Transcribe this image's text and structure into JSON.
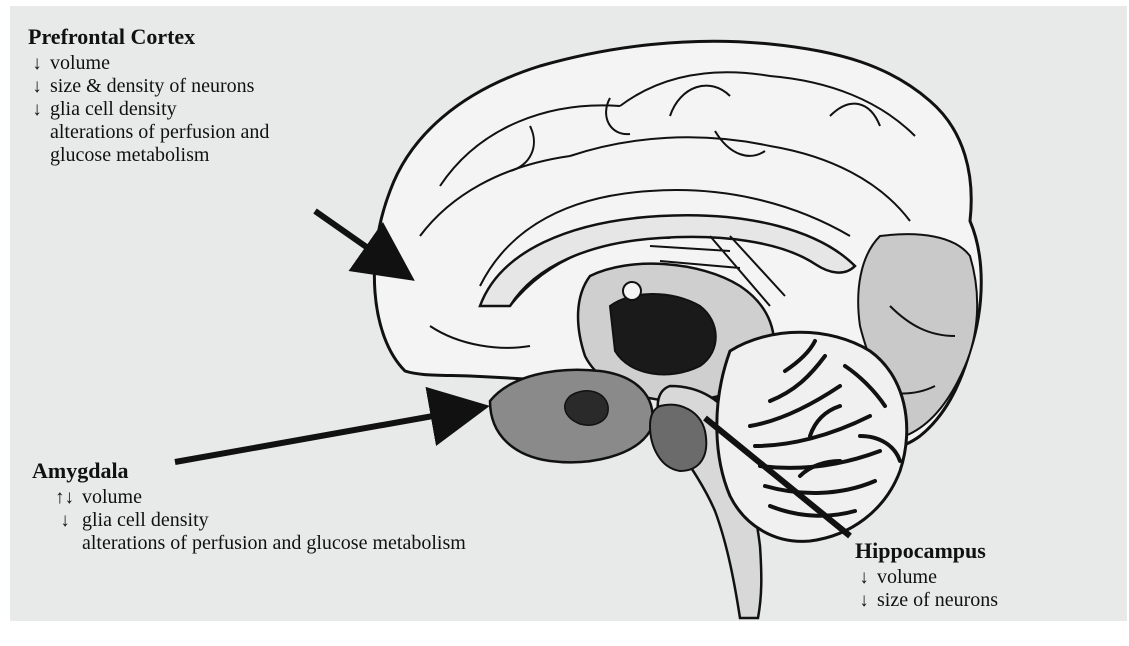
{
  "colors": {
    "background": "#e8e9e9",
    "brain_fill": "#f4f4f4",
    "shadow_fill": "#8a8a8a",
    "ink": "#111111"
  },
  "labels": {
    "prefrontal": {
      "title": "Prefrontal Cortex",
      "lines": [
        {
          "arrows": "↓",
          "text": "volume"
        },
        {
          "arrows": "↓",
          "text": "size & density of neurons"
        },
        {
          "arrows": "↓",
          "text": "glia cell density"
        },
        {
          "arrows": "",
          "text": "alterations of perfusion and"
        },
        {
          "arrows": "",
          "text": "glucose metabolism"
        }
      ]
    },
    "amygdala": {
      "title": "Amygdala",
      "lines": [
        {
          "arrows": "↑↓",
          "text": "volume"
        },
        {
          "arrows": "↓",
          "text": "glia cell density"
        },
        {
          "arrows": "",
          "text": "alterations of perfusion and glucose metabolism"
        }
      ]
    },
    "hippocampus": {
      "title": "Hippocampus",
      "lines": [
        {
          "arrows": "↓",
          "text": "volume"
        },
        {
          "arrows": "↓",
          "text": "size of neurons"
        }
      ]
    }
  },
  "icons": {
    "up": "arrow-up-icon",
    "down": "arrow-down-icon"
  }
}
